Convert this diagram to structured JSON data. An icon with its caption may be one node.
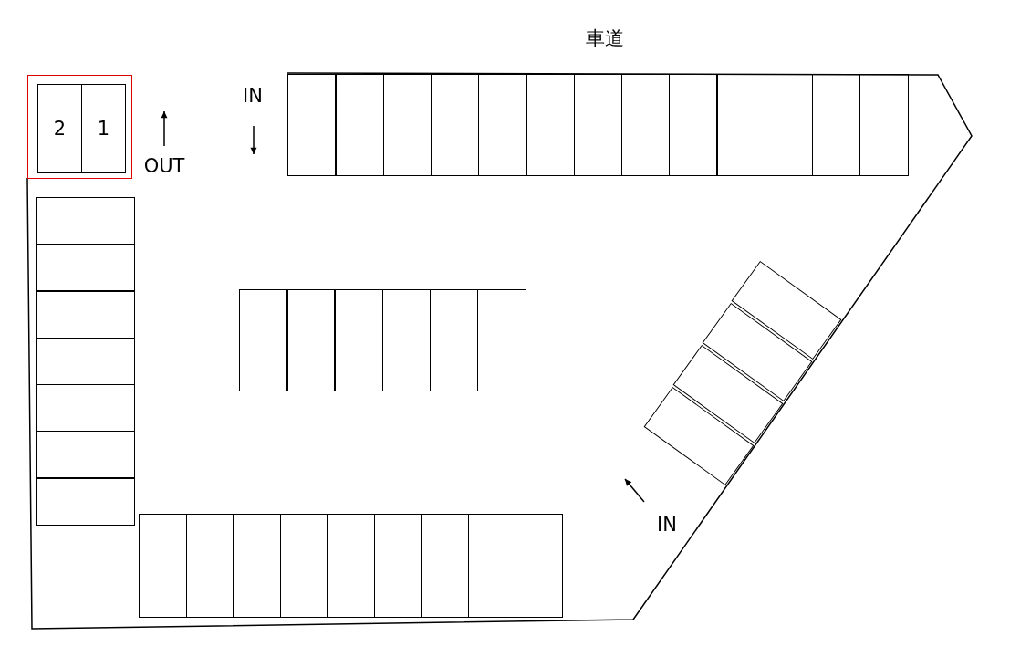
{
  "diagram": {
    "nodes": [
      {
        "text": [],
        "shape": "box"
      },
      {
        "text": [
          "2"
        ],
        "in": 0
      },
      {
        "text": [
          "1"
        ],
        "in": 0
      },
      {
        "text": [],
        "shape": "box"
      },
      {
        "text": [],
        "shape": "box"
      },
      {
        "text": [],
        "shape": "box"
      },
      {
        "text": [],
        "shape": "box"
      },
      {
        "text": [],
        "shape": "box"
      },
      {
        "text": [],
        "shape": "box"
      },
      {
        "text": [],
        "shape": "box"
      },
      {
        "text": [],
        "shape": "box"
      },
      {
        "text": [],
        "shape": "box"
      },
      {
        "text": [],
        "shape": "box"
      },
      {
        "text": [],
        "shape": "box"
      },
      {
        "text": [],
        "shape": "box"
      },
      {
        "text": [],
        "shape": "box"
      },
      {
        "text": [],
        "shape": "box"
      },
      {
        "text": [],
        "shape": "box"
      },
      {
        "text": [],
        "shape": "box"
      },
      {
        "text": [],
        "shape": "box"
      },
      {
        "text": [],
        "shape": "box"
      },
      {
        "text": [],
        "shape": "box"
      },
      {
        "text": [],
        "shape": "box"
      },
      {
        "text": [],
        "shape": "box"
      },
      {
        "text": [],
        "shape": "box"
      },
      {
        "text": [],
        "shape": "box"
      },
      {
        "text": [],
        "shape": "box"
      },
      {
        "text": [],
        "shape": "box"
      },
      {
        "text": [],
        "shape": "box"
      },
      {
        "text": [],
        "shape": "box"
      },
      {
        "text": [],
        "shape": "box"
      },
      {
        "text": [],
        "shape": "box"
      },
      {
        "text": [],
        "shape": "box"
      },
      {
        "text": [],
        "shape": "box"
      },
      {
        "text": [],
        "shape": "box"
      },
      {
        "text": [],
        "shape": "box"
      },
      {
        "text": [],
        "shape": "box"
      },
      {
        "text": [],
        "shape": "box"
      },
      {
        "text": [],
        "shape": "box"
      },
      {
        "text": [],
        "shape": "box"
      },
      {
        "text": [],
        "shape": "box"
      },
      {
        "text": [],
        "shape": "box"
      }
    ],
    "labels": [
      "車道",
      "IN",
      "OUT",
      "IN"
    ]
  }
}
